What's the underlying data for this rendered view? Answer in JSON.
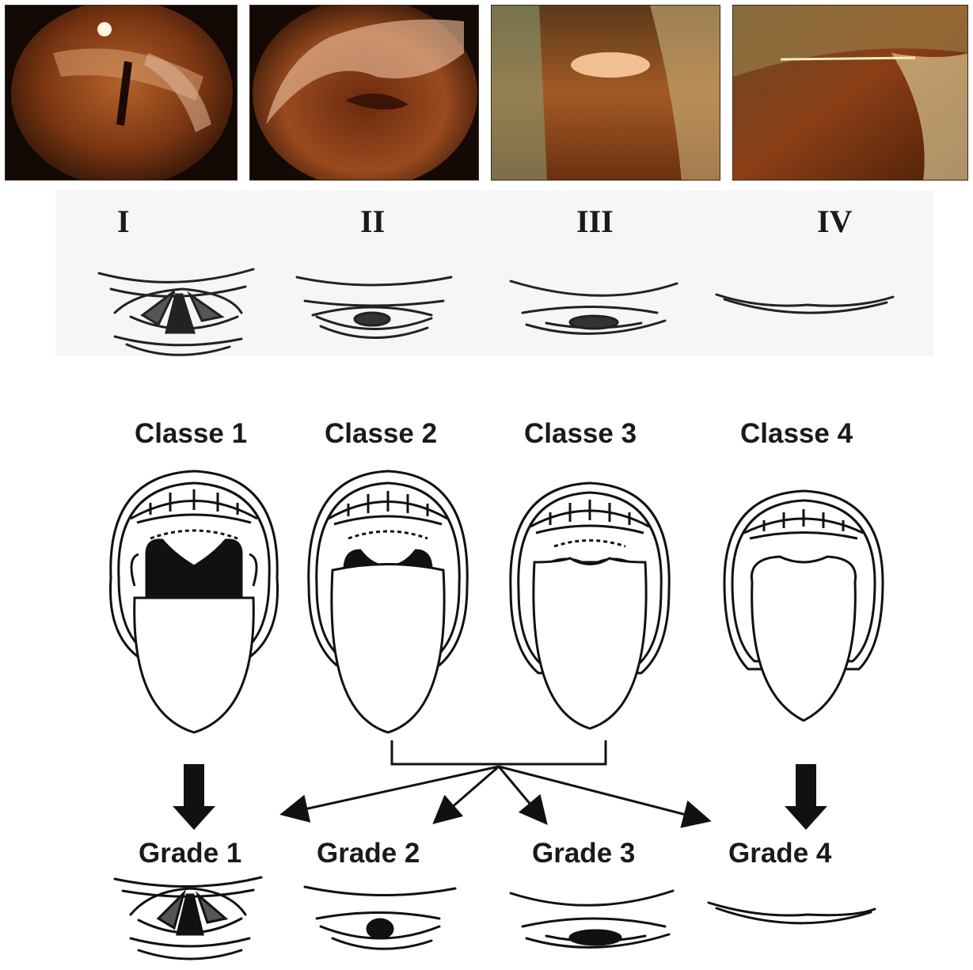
{
  "laryngoscopy": {
    "grades": [
      {
        "label": "I"
      },
      {
        "label": "II"
      },
      {
        "label": "III"
      },
      {
        "label": "IV"
      }
    ]
  },
  "mallampati": {
    "classes": [
      {
        "label": "Classe 1"
      },
      {
        "label": "Classe 2"
      },
      {
        "label": "Classe 3"
      },
      {
        "label": "Classe 4"
      }
    ]
  },
  "cormack": {
    "grades": [
      {
        "label": "Grade 1"
      },
      {
        "label": "Grade 2"
      },
      {
        "label": "Grade 3"
      },
      {
        "label": "Grade 4"
      }
    ]
  }
}
